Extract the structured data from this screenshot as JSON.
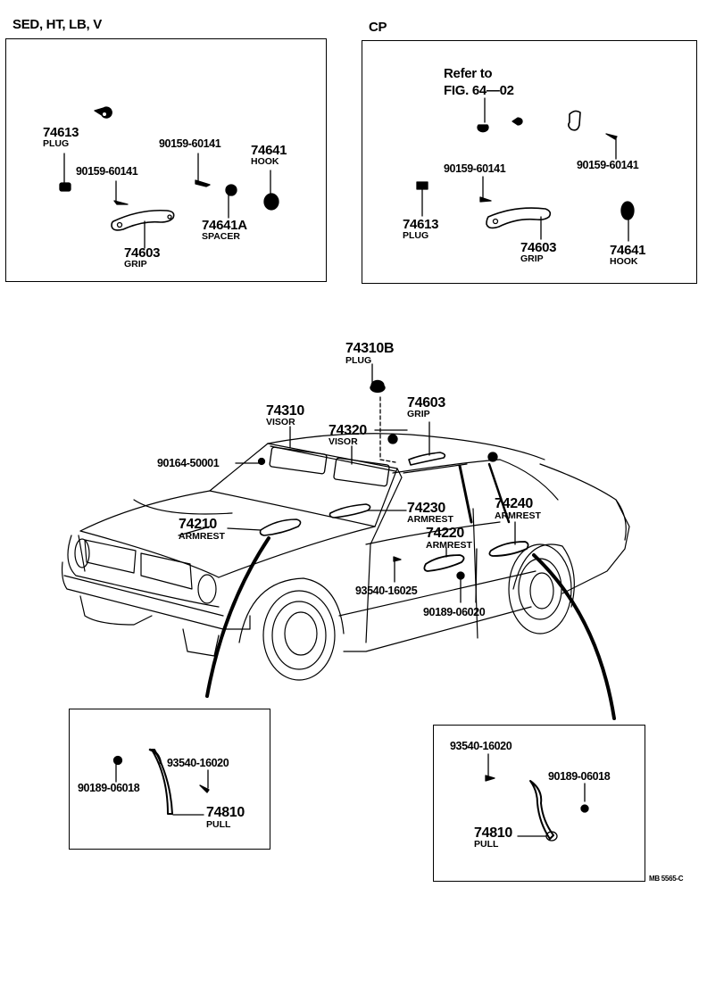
{
  "panels": {
    "sed": {
      "title": "SED, HT, LB, V",
      "parts": [
        {
          "number": "74613",
          "name": "PLUG"
        },
        {
          "number": "90159-60141",
          "name": ""
        },
        {
          "number": "90159-60141",
          "name": ""
        },
        {
          "number": "74641",
          "name": "HOOK"
        },
        {
          "number": "74603",
          "name": "GRIP"
        },
        {
          "number": "74641A",
          "name": "SPACER"
        }
      ]
    },
    "cp": {
      "title": "CP",
      "reference_line1": "Refer to",
      "reference_line2": "FIG. 64—02",
      "parts": [
        {
          "number": "90159-60141",
          "name": ""
        },
        {
          "number": "90159-60141",
          "name": ""
        },
        {
          "number": "74613",
          "name": "PLUG"
        },
        {
          "number": "74603",
          "name": "GRIP"
        },
        {
          "number": "74641",
          "name": "HOOK"
        }
      ]
    }
  },
  "main": {
    "parts": [
      {
        "number": "74310B",
        "name": "PLUG"
      },
      {
        "number": "74310",
        "name": "VISOR"
      },
      {
        "number": "74320",
        "name": "VISOR"
      },
      {
        "number": "74603",
        "name": "GRIP"
      },
      {
        "number": "90164-50001",
        "name": ""
      },
      {
        "number": "74210",
        "name": "ARMREST"
      },
      {
        "number": "74230",
        "name": "ARMREST"
      },
      {
        "number": "74240",
        "name": "ARMREST"
      },
      {
        "number": "74220",
        "name": "ARMREST"
      },
      {
        "number": "93540-16025",
        "name": ""
      },
      {
        "number": "90189-06020",
        "name": ""
      }
    ]
  },
  "detail_left": {
    "parts": [
      {
        "number": "93540-16020",
        "name": ""
      },
      {
        "number": "90189-06018",
        "name": ""
      },
      {
        "number": "74810",
        "name": "PULL"
      }
    ]
  },
  "detail_right": {
    "parts": [
      {
        "number": "93540-16020",
        "name": ""
      },
      {
        "number": "90189-06018",
        "name": ""
      },
      {
        "number": "74810",
        "name": "PULL"
      }
    ]
  },
  "figure_code": "MB 5565-C"
}
